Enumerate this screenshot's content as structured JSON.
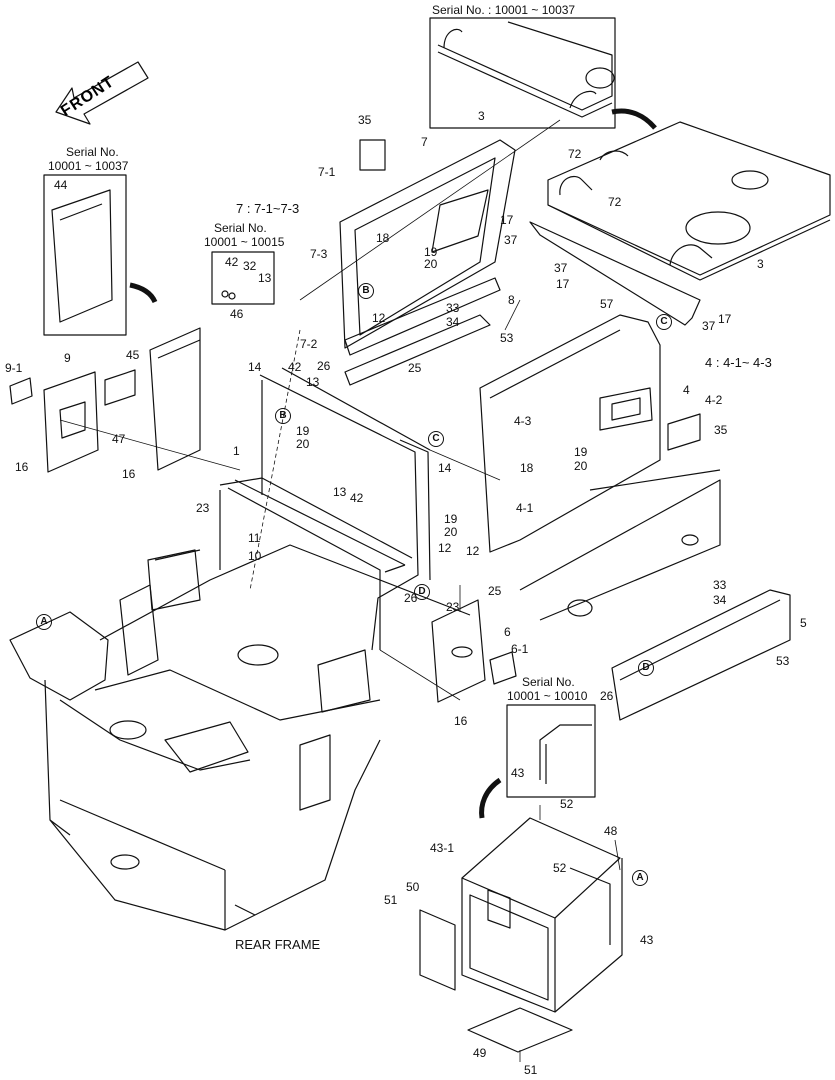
{
  "front_label": "FRONT",
  "rear_frame_label": "REAR FRAME",
  "serial_notes": {
    "top": "Serial No. : 10001 ~ 10037",
    "left_a": "Serial No.",
    "left_b": "10001 ~ 10037",
    "mid_a": "Serial No.",
    "mid_b": "10001 ~ 10015",
    "bottom_a": "Serial No.",
    "bottom_b": "10001 ~ 10010"
  },
  "group_notes": {
    "g7": "7 : 7-1~7-3",
    "g4": "4 : 4-1~ 4-3"
  },
  "ref_markers": {
    "a": "A",
    "b": "B",
    "c": "C",
    "d": "D"
  },
  "part_numbers": [
    "3",
    "3",
    "72",
    "72",
    "37",
    "17",
    "37",
    "17",
    "57",
    "37",
    "17",
    "35",
    "7",
    "7-1",
    "7-3",
    "18",
    "19",
    "20",
    "8",
    "33",
    "34",
    "53",
    "7-2",
    "12",
    "26",
    "25",
    "44",
    "46",
    "45",
    "9-1",
    "9",
    "47",
    "16",
    "16",
    "42",
    "32",
    "13",
    "14",
    "42",
    "13",
    "1",
    "19",
    "20",
    "23",
    "13",
    "42",
    "11",
    "10",
    "14",
    "19",
    "20",
    "12",
    "12",
    "25",
    "26",
    "23",
    "6",
    "6-1",
    "16",
    "4",
    "4-2",
    "35",
    "4-3",
    "18",
    "19",
    "20",
    "4-1",
    "33",
    "34",
    "5",
    "53",
    "26",
    "43",
    "52",
    "48",
    "43-1",
    "52",
    "50",
    "51",
    "43",
    "49",
    "51"
  ],
  "colors": {
    "line": "#111111",
    "background": "#ffffff"
  }
}
